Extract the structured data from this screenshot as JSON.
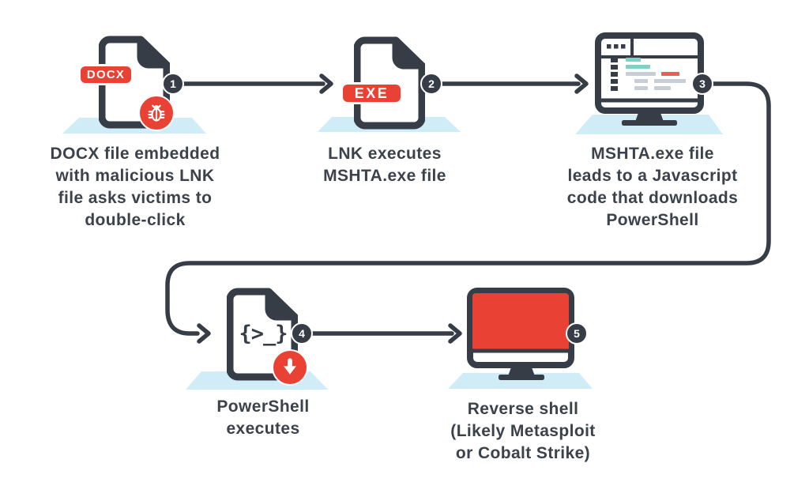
{
  "diagram": {
    "type": "attack-chain-flow",
    "colors": {
      "outline_dark": "#363d47",
      "accent_red": "#ea4135",
      "shadow_light_blue": "#cfecf7",
      "code_teal": "#7fd1c3",
      "code_gray": "#c8ced5",
      "code_red": "#ea5f58",
      "text": "#3b424b"
    },
    "steps": [
      {
        "number": "1",
        "icon": "docx-document-with-bug-icon",
        "file_badge": "DOCX",
        "label": "DOCX file embedded\nwith malicious LNK\nfile asks victims to\ndouble-click"
      },
      {
        "number": "2",
        "icon": "exe-document-icon",
        "file_badge": "EXE",
        "label": "LNK executes\nMSHTA.exe file"
      },
      {
        "number": "3",
        "icon": "browser-code-monitor-icon",
        "label": "MSHTA.exe file\nleads to a Javascript\ncode that downloads\nPowerShell"
      },
      {
        "number": "4",
        "icon": "script-document-download-icon",
        "code_glyph": "{>_}",
        "label": "PowerShell\nexecutes"
      },
      {
        "number": "5",
        "icon": "red-screen-monitor-icon",
        "label": "Reverse shell\n(Likely Metasploit\nor Cobalt Strike)"
      }
    ]
  }
}
